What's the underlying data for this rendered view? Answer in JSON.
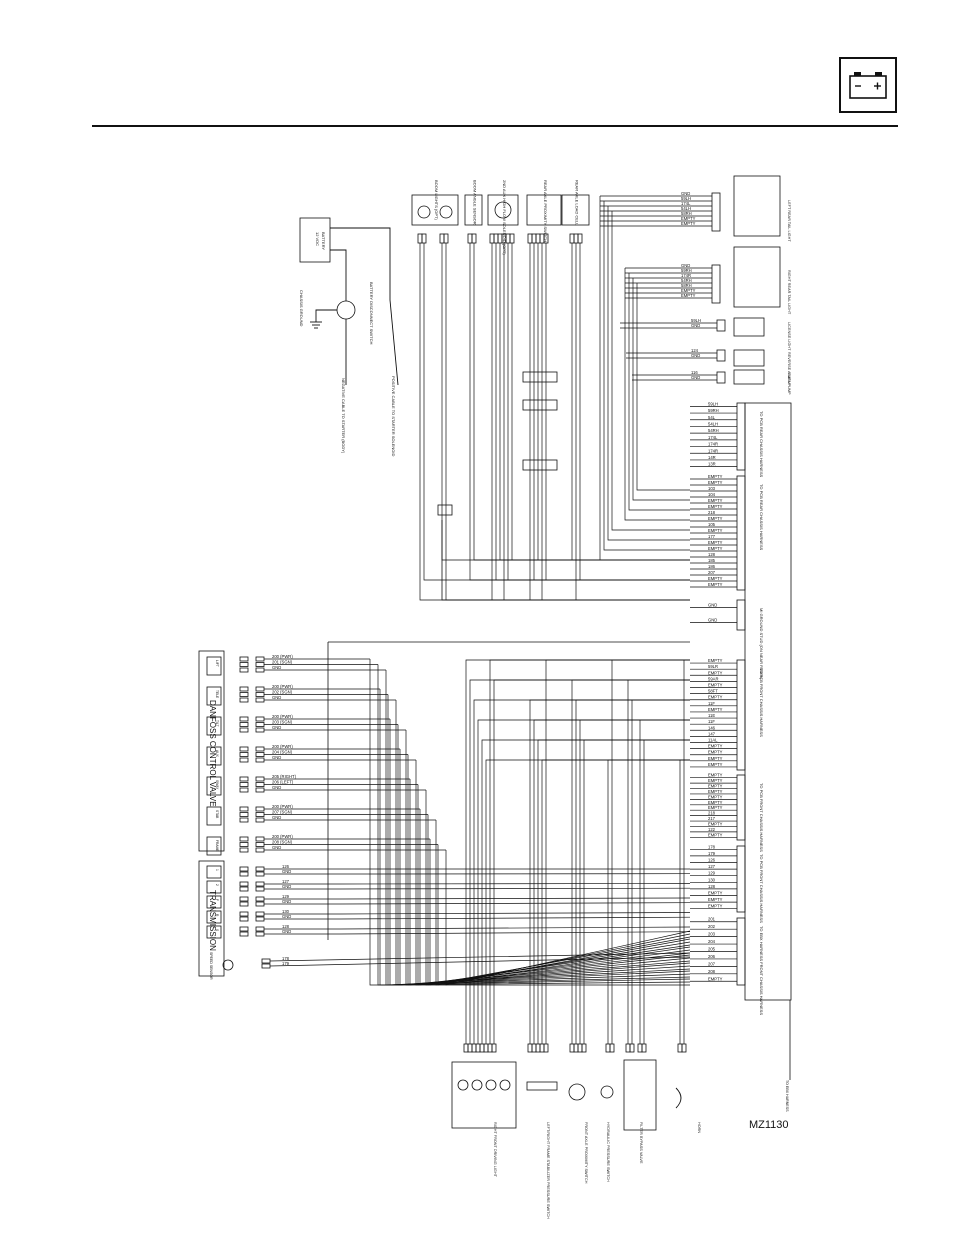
{
  "header": {
    "icon": "battery-icon"
  },
  "footer": {
    "drawing_id": "MZ1130"
  },
  "diagram": {
    "block_titles": {
      "danfoss": "DANFOSS CONTROL VALVE",
      "transmission": "TRANSMISSION"
    },
    "battery_labels": [
      "12 VDC",
      "BATTERY",
      "BATTERY DISCONNECT SWITCH",
      "CHASSIS GROUND",
      "POSITIVE CABLE TO STARTER SOLENOID",
      "NEGATIVE CABLE TO STARTER (BODY)"
    ],
    "right_connector_titles": [
      "TO PCB REAR CHASSIS HARNESS",
      "TO PCB REAR CHASSIS HARNESS",
      "MI GROUND STUD (ON NEAR PANEL)",
      "TO PCB FRONT CHASSIS HARNESS",
      "TO PCB FRONT CHASSIS HARNESS",
      "TO PCB FRONT CHASSIS HARNESS",
      "TO EBX HARNESS FRONT CHASSIS HARNESS"
    ],
    "top_components": [
      "BOOM LIGHTS (OPT)",
      "BOOM ANGLE SENSOR",
      "2ND AUX HIGH FLOW SOLENOID (OPT)",
      "REAR AXLE PROXIMITY SWITCH",
      "REAR AXLE LOAD CELL",
      "BOOM ANGLE SENSOR"
    ],
    "right_components": [
      "LEFT REAR TAIL LIGHT",
      "RIGHT REAR TAIL LIGHT",
      "LICENSE LIGHT",
      "REVERSE ALARM",
      "FUEL PUMP"
    ],
    "bottom_components": [
      "RIGHT FRONT DRIVING LIGHT",
      "LEFT/RIGHT FRAME STABILIZER PRESSURE SWITCH",
      "FRONT AXLE PROXIMITY SWITCH",
      "HYDRAULIC PRESSURE SWITCH",
      "FILTER BYPASS VALVE",
      "HORN"
    ],
    "danfoss_rows": [
      {
        "tag": "LIFT",
        "wires": [
          "200 (PWR)",
          "201 (SGN)",
          "GND"
        ]
      },
      {
        "tag": "TELE",
        "wires": [
          "200 (PWR)",
          "202 (SGN)",
          "GND"
        ]
      },
      {
        "tag": "TILT",
        "wires": [
          "200 (PWR)",
          "203 (SGN)",
          "GND"
        ]
      },
      {
        "tag": "AUX",
        "wires": [
          "200 (PWR)",
          "204 (SGN)",
          "GND"
        ]
      },
      {
        "tag": "SWAY",
        "wires": [
          "205 (RIGHT)",
          "206 (LEFT)",
          "GND"
        ]
      },
      {
        "tag": "STAB",
        "wires": [
          "200 (PWR)",
          "207 (SGN)",
          "GND"
        ]
      },
      {
        "tag": "FRAME",
        "wires": [
          "200 (PWR)",
          "208 (SGN)",
          "GND"
        ]
      }
    ],
    "transmission_rows": [
      {
        "tag": "1",
        "wires": [
          "126",
          "GND"
        ]
      },
      {
        "tag": "2",
        "wires": [
          "127",
          "GND"
        ]
      },
      {
        "tag": "F",
        "wires": [
          "129",
          "GND"
        ]
      },
      {
        "tag": "R",
        "wires": [
          "130",
          "GND"
        ]
      },
      {
        "tag": "S",
        "wires": [
          "128",
          "GND"
        ]
      }
    ],
    "speed_sensor": {
      "label": "SPEED SENSOR",
      "wires": [
        "178",
        "179"
      ]
    },
    "connectors_right": [
      {
        "wires": [
          "59LH",
          "59RH",
          "54L",
          "54LH",
          "54RH",
          "174L",
          "174R",
          "174R",
          "14R",
          "13R"
        ]
      },
      {
        "wires": [
          "EMPTY",
          "EMPTY",
          "103",
          "104",
          "EMPTY",
          "EMPTY",
          "218",
          "EMPTY",
          "105",
          "EMPTY",
          "177",
          "EMPTY",
          "EMPTY",
          "128",
          "185",
          "186",
          "207",
          "EMPTY",
          "EMPTY"
        ]
      },
      {
        "wires": [
          "GND",
          "GND"
        ]
      },
      {
        "wires": [
          "EMPTY",
          "59LR",
          "EMPTY",
          "59AR",
          "EMPTY",
          "58FT",
          "EMPTY",
          "11F",
          "EMPTY",
          "11E",
          "11F",
          "146",
          "147",
          "11AL",
          "EMPTY",
          "EMPTY",
          "EMPTY",
          "EMPTY"
        ]
      },
      {
        "wires": [
          "EMPTY",
          "EMPTY",
          "EMPTY",
          "EMPTY",
          "EMPTY",
          "EMPTY",
          "EMPTY",
          "218",
          "217",
          "EMPTY",
          "122",
          "EMPTY"
        ]
      },
      {
        "wires": [
          "178",
          "179",
          "126",
          "127",
          "129",
          "130",
          "128",
          "EMPTY",
          "EMPTY",
          "EMPTY"
        ]
      },
      {
        "wires": [
          "201",
          "202",
          "203",
          "204",
          "205",
          "206",
          "207",
          "208",
          "EMPTY"
        ]
      }
    ],
    "right_tail_wires": [
      "GND",
      "59LH",
      "174L",
      "54LH",
      "58RH",
      "EMPTY",
      "EMPTY"
    ],
    "right_tail_wires_2": [
      "GND",
      "59RH",
      "174R",
      "54RH",
      "58RH",
      "EMPTY",
      "EMPTY"
    ],
    "small_connectors": [
      {
        "wires": [
          "59LH",
          "GND"
        ]
      },
      {
        "wires": [
          "124",
          "GND"
        ]
      },
      {
        "wires": [
          "116",
          "GND"
        ]
      }
    ]
  }
}
